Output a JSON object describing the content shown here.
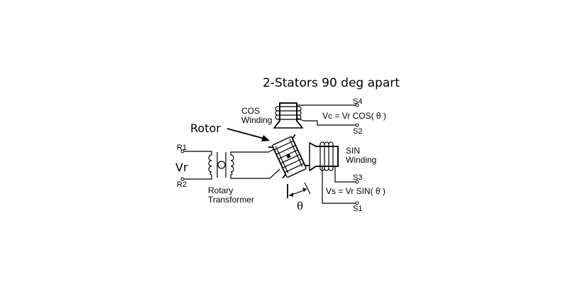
{
  "title": "2-Stators 90 deg apart",
  "labels": {
    "rotor": "Rotor",
    "cos_winding_line1": "COS",
    "cos_winding_line2": "Winding",
    "sin_winding_line1": "SIN",
    "sin_winding_line2": "Winding",
    "rotary_transformer_line1": "Rotary",
    "rotary_transformer_line2": "Transformer",
    "vr": "Vr",
    "r1": "R1",
    "r2": "R2",
    "s1": "S1",
    "s2": "S2",
    "s3": "S3",
    "s4": "S4",
    "vc_equation": "Vc = Vr COS( θ )",
    "vs_equation": "Vs = Vr SIN( θ )",
    "angle": "θ"
  }
}
